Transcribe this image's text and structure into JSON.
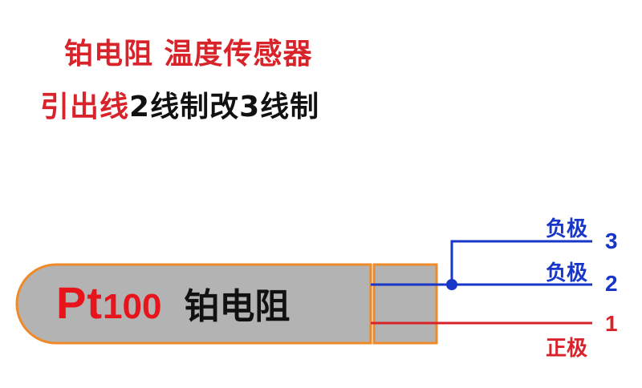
{
  "title": {
    "line1": "铂电阻 温度传感器",
    "line2_red": "引出线",
    "line2_black": "2线制改3线制"
  },
  "probe": {
    "pt": "Pt",
    "number": "100",
    "name": "铂电阻"
  },
  "wires": [
    {
      "pin": "3",
      "label": "负极",
      "color": "#1836c8"
    },
    {
      "pin": "2",
      "label": "负极",
      "color": "#1836c8"
    },
    {
      "pin": "1",
      "label": "正极",
      "color": "#d8232a"
    }
  ],
  "colors": {
    "probe_fill": "#b3b3b3",
    "probe_outline": "#ee8a2a",
    "title_red": "#d8232a",
    "wire_blue": "#1836c8",
    "wire_red": "#d8232a"
  }
}
